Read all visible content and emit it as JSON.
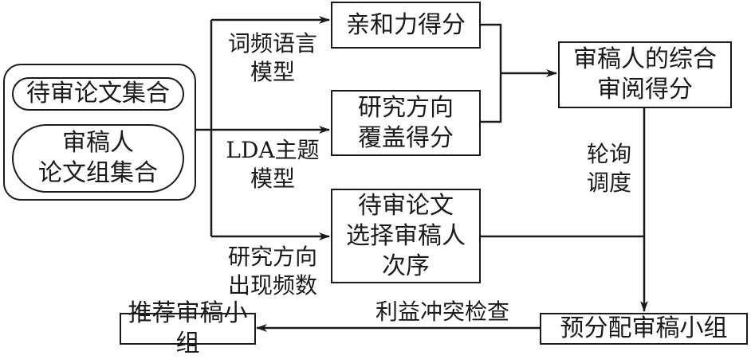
{
  "diagram": {
    "input_group": {
      "pill_papers": [
        "待审论文集合"
      ],
      "pill_reviewers": [
        "审稿人",
        "论文组集合"
      ]
    },
    "edge_labels": {
      "word_freq_model": [
        "词频语言",
        "模型"
      ],
      "lda_model": [
        "LDA主题",
        "模型"
      ],
      "research_direction_freq": [
        "研究方向",
        "出现频数"
      ],
      "round_robin": [
        "轮询",
        "调度"
      ],
      "conflict_check": [
        "利益冲突检查"
      ]
    },
    "boxes": {
      "affinity_score": [
        "亲和力得分"
      ],
      "coverage_score": [
        "研究方向",
        "覆盖得分"
      ],
      "selection_order": [
        "待审论文",
        "选择审稿人",
        "次序"
      ],
      "combined_score": [
        "审稿人的综合",
        "审阅得分"
      ],
      "pre_assigned_group": [
        "预分配审稿小组"
      ],
      "recommended_group": [
        "推荐审稿小组"
      ]
    }
  }
}
